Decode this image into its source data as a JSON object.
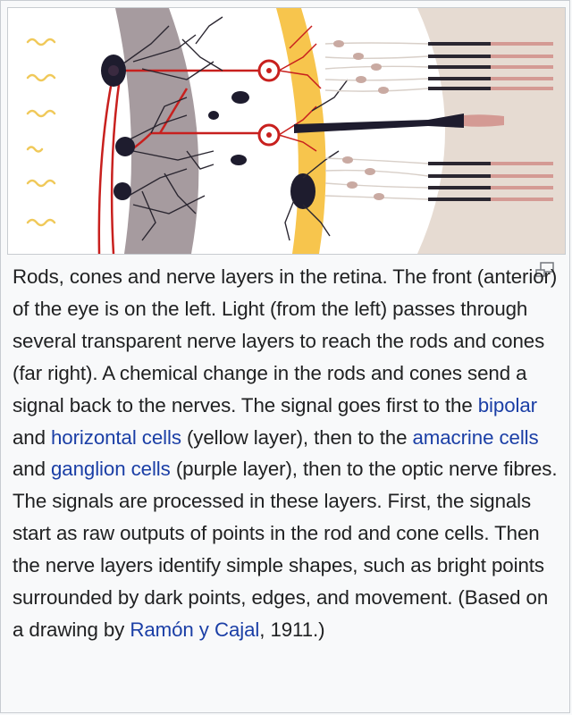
{
  "figure": {
    "caption": [
      {
        "text": "Rods, cones and nerve layers in the retina. The front (anterior) of the eye is on the left. Light (from the left) passes through several transparent nerve layers to reach the rods and cones (far right). A chemical change in the rods and cones send a signal back to the nerves. The signal goes first to the "
      },
      {
        "text": "bipolar",
        "link": true
      },
      {
        "text": " and "
      },
      {
        "text": "horizontal cells",
        "link": true
      },
      {
        "text": " (yellow layer), then to the "
      },
      {
        "text": "amacrine cells",
        "link": true
      },
      {
        "text": " and "
      },
      {
        "text": "ganglion cells",
        "link": true
      },
      {
        "text": " (purple layer), then to the optic nerve fibres. The signals are processed in these layers. First, the signals start as raw outputs of points in the rod and cone cells. Then the nerve layers identify simple shapes, such as bright points surrounded by dark points, edges, and movement. (Based on a drawing by "
      },
      {
        "text": "Ramón y Cajal",
        "link": true
      },
      {
        "text": ", 1911.)"
      }
    ],
    "magnify_icon": "magnify-icon"
  },
  "colors": {
    "link": "#1b3fa6",
    "ganglion_layer": "#a69b9f",
    "yellow_layer": "#f7c54d",
    "photoreceptor_layer": "#e6dbd2",
    "nerve_red": "#c8201e",
    "dark_cell": "#1e1c2e",
    "light_rays": "#f0c95a"
  }
}
